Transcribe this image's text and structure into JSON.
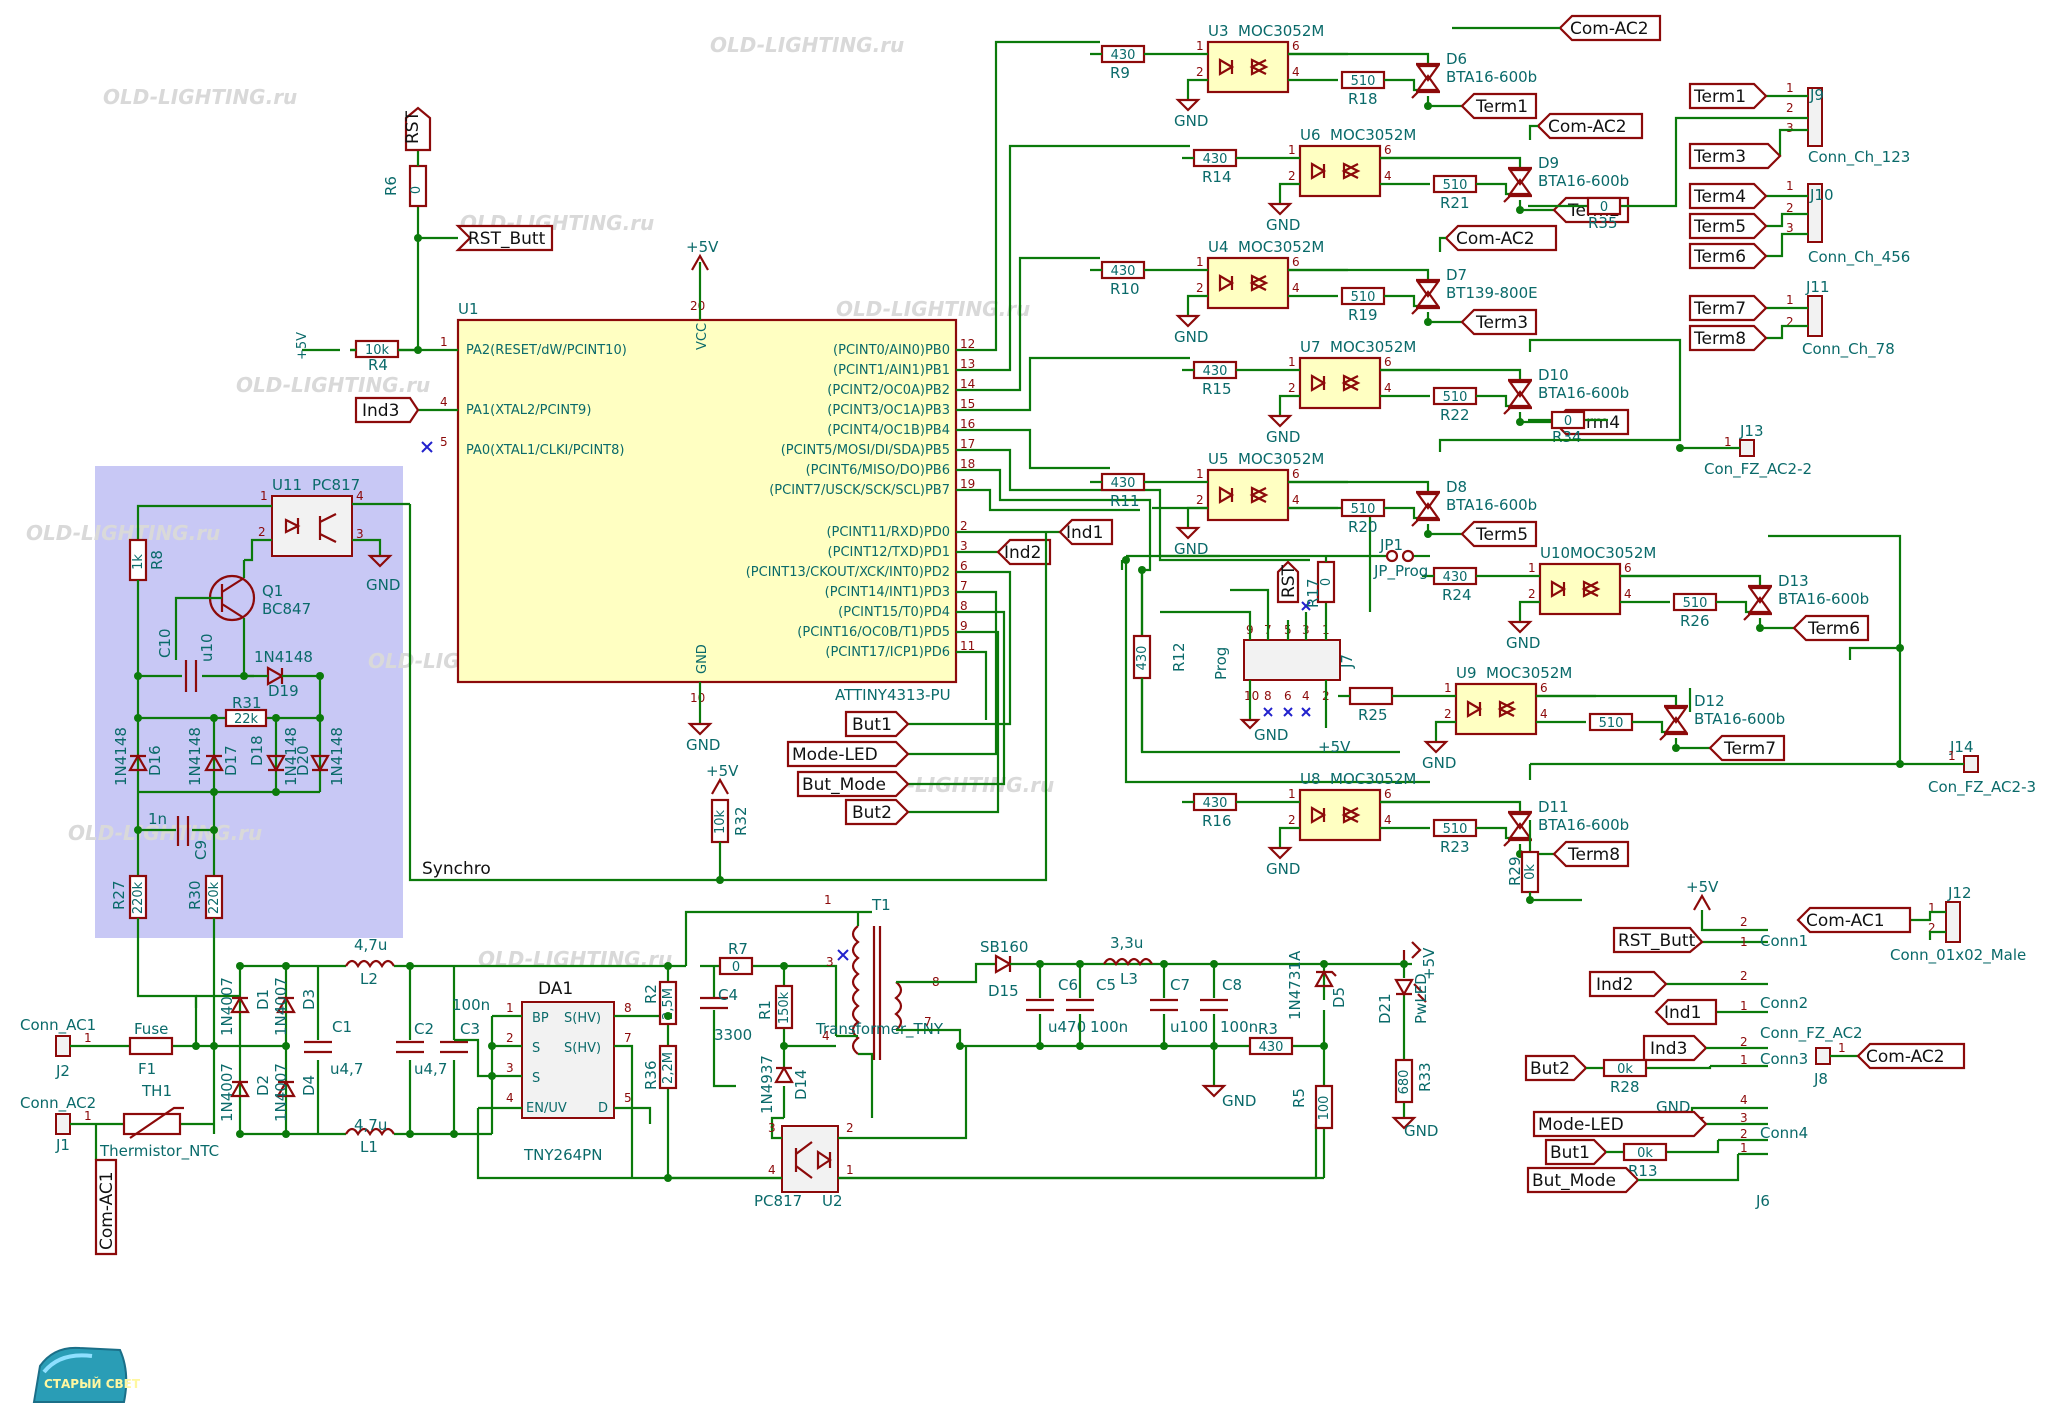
{
  "mcu": {
    "ref": "U1",
    "part": "ATTINY4313-PU",
    "pins_left": [
      "PA2(RESET/dW/PCINT10)",
      "PA1(XTAL2/PCINT9)",
      "PA0(XTAL1/CLKI/PCINT8)"
    ],
    "pins_right": [
      "(PCINT0/AIN0)PB0",
      "(PCINT1/AIN1)PB1",
      "(PCINT2/OC0A)PB2",
      "(PCINT3/OC1A)PB3",
      "(PCINT4/OC1B)PB4",
      "(PCINT5/MOSI/DI/SDA)PB5",
      "(PCINT6/MISO/DO)PB6",
      "(PCINT7/USCK/SCK/SCL)PB7",
      "(PCINT11/RXD)PD0",
      "(PCINT12/TXD)PD1",
      "(PCINT13/CKOUT/XCK/INT0)PD2",
      "(PCINT14/INT1)PD3",
      "(PCINT15/T0)PD4",
      "(PCINT16/OC0B/T1)PD5",
      "(PCINT17/ICP1)PD6"
    ],
    "vcc": "VCC",
    "gnd": "GND",
    "vcc_pin": "20",
    "gnd_pin": "10"
  },
  "channels": [
    {
      "opto": "U3",
      "resistor": "R9",
      "r_value": "430",
      "gate_r": "R18",
      "gate_value": "510",
      "triac": "D6",
      "triac_part": "BTA16-600b",
      "com": "Com-AC2",
      "term": "Term1"
    },
    {
      "opto": "U6",
      "resistor": "R14",
      "r_value": "430",
      "gate_r": "R21",
      "gate_value": "510",
      "triac": "D9",
      "triac_part": "BTA16-600b",
      "com": "Com-AC2",
      "term": "Term2"
    },
    {
      "opto": "U4",
      "resistor": "R10",
      "r_value": "430",
      "gate_r": "R19",
      "gate_value": "510",
      "triac": "D7",
      "triac_part": "BT139-800E",
      "com": "Com-AC2",
      "term": "Term3"
    },
    {
      "opto": "U7",
      "resistor": "R15",
      "r_value": "430",
      "gate_r": "R22",
      "gate_value": "510",
      "triac": "D10",
      "triac_part": "BTA16-600b",
      "com": "",
      "term": "Term4"
    },
    {
      "opto": "U5",
      "resistor": "R11",
      "r_value": "430",
      "gate_r": "R20",
      "gate_value": "510",
      "triac": "D8",
      "triac_part": "BTA16-600b",
      "com": "",
      "term": "Term5"
    },
    {
      "opto": "U10",
      "resistor": "R24",
      "r_value": "430",
      "gate_r": "R26",
      "gate_value": "510",
      "triac": "D13",
      "triac_part": "BTA16-600b",
      "com": "",
      "term": "Term6"
    },
    {
      "opto": "U9",
      "resistor": "R25",
      "r_value": "",
      "gate_r": "",
      "gate_value": "510",
      "triac": "D12",
      "triac_part": "BTA16-600b",
      "com": "",
      "term": "Term7"
    },
    {
      "opto": "U8",
      "resistor": "R16",
      "r_value": "430",
      "gate_r": "R23",
      "gate_value": "510",
      "triac": "D11",
      "triac_part": "BTA16-600b",
      "com": "",
      "term": "Term8"
    }
  ],
  "opto_part": "MOC3052M",
  "bridges": {
    "r35": "R35",
    "r35_v": "0",
    "r34": "R34",
    "r34_v": "0",
    "r29": "R29",
    "r29_v": "0k",
    "r12": "R12",
    "r12_v": "430",
    "r17": "R17",
    "r17_v": "0",
    "jp1": "JP1",
    "jp1_name": "JP_Prog"
  },
  "connectors": {
    "j9": "J9",
    "j9_name": "Conn_Ch_123",
    "j10": "J10",
    "j10_name": "Conn_Ch_456",
    "j11": "J11",
    "j11_name": "Conn_Ch_78",
    "j13": "J13",
    "j13_name": "Con_FZ_AC2-2",
    "j14": "J14",
    "j14_name": "Con_FZ_AC2-3",
    "j12": "J12",
    "j12_name": "Conn_01x02_Male",
    "j7": "J7",
    "j7_name": "Prog",
    "j8": "J8",
    "j6": "J6",
    "j2": "J2",
    "j1": "J1",
    "conn1": "Conn1",
    "conn2": "Conn2",
    "conn3": "Conn3",
    "conn4": "Conn4",
    "conn_fz": "Conn_FZ_AC2",
    "conn_ac1": "Conn_AC1",
    "conn_ac2": "Conn_AC2"
  },
  "nets": {
    "rst": "RST",
    "rst_butt": "RST_Butt",
    "ind1": "Ind1",
    "ind2": "Ind2",
    "ind3": "Ind3",
    "but1": "But1",
    "but2": "But2",
    "mode_led": "Mode-LED",
    "but_mode": "But_Mode",
    "synchro": "Synchro",
    "com_ac1": "Com-AC1",
    "com_ac2": "Com-AC2",
    "plus5v": "+5V",
    "gnd": "GND"
  },
  "top_parts": {
    "r6": "R6",
    "r6_v": "0",
    "r4": "R4",
    "r4_v": "10k",
    "r32": "R32",
    "r32_v": "10k",
    "r28": "R28",
    "r28_v": "0k",
    "r13": "R13",
    "r13_v": "0k"
  },
  "sync": {
    "u11": "U11",
    "u11_part": "PC817",
    "r8": "R8",
    "r8_v": "1k",
    "q1": "Q1",
    "q1_part": "BC847",
    "c10": "C10",
    "c10_v": "u10",
    "d19": "D19",
    "d19_part": "1N4148",
    "r31": "R31",
    "r31_v": "22k",
    "d16": "D16",
    "d17": "D17",
    "d18": "D18",
    "d20": "D20",
    "d_part": "1N4148",
    "c9": "C9",
    "c9_v": "1n",
    "r27": "R27",
    "r27_v": "220k",
    "r30": "R30",
    "r30_v": "220k"
  },
  "psu": {
    "f1": "F1",
    "f1_name": "Fuse",
    "th1": "TH1",
    "th1_name": "Thermistor_NTC",
    "d1": "D1",
    "d2": "D2",
    "d3": "D3",
    "d4": "D4",
    "bridge_part": "1N4007",
    "l1": "L1",
    "l2": "L2",
    "l_v": "4,7u",
    "c1": "C1",
    "c2": "C2",
    "c_v": "u4,7",
    "c3": "C3",
    "c3_v": "100n",
    "da1": "DA1",
    "da1_part": "TNY264PN",
    "da1_pins": [
      "BP",
      "S",
      "S",
      "EN/UV",
      "S(HV)",
      "S(HV)",
      "D"
    ],
    "r2": "R2",
    "r2_v": "2,5M",
    "r36": "R36",
    "r36_v": "2,2M",
    "c4": "C4",
    "c4_v": "3300",
    "r7": "R7",
    "r7_v": "0",
    "r1": "R1",
    "r1_v": "150k",
    "d14": "D14",
    "d14_part": "1N4937",
    "t1": "T1",
    "t1_name": "Transformer_TNY",
    "d15": "D15",
    "d15_part": "SB160",
    "c6": "C6",
    "c6_v": "u470",
    "c5": "C5",
    "c5_v": "100n",
    "l3": "L3",
    "l3_v": "3,3u",
    "c7": "C7",
    "c7_v": "u100",
    "c8": "C8",
    "c8_v": "100n",
    "r3": "R3",
    "r3_v": "430",
    "d5": "D5",
    "d5_part": "1N4731A",
    "r5": "R5",
    "r5_v": "100",
    "d21": "D21",
    "d21_name": "PwLED",
    "r33": "R33",
    "r33_v": "680",
    "u2": "U2",
    "u2_part": "PC817"
  },
  "watermark": "OLD-LIGHTING.ru",
  "logo_text": "СТАРЫЙ СВЕТ",
  "colors": {
    "wire": "#0b7a0b",
    "body": "#ffffc2",
    "outline": "#8c0a0a",
    "label": "#0a6a6a",
    "highlight": "#c8c8f5"
  }
}
